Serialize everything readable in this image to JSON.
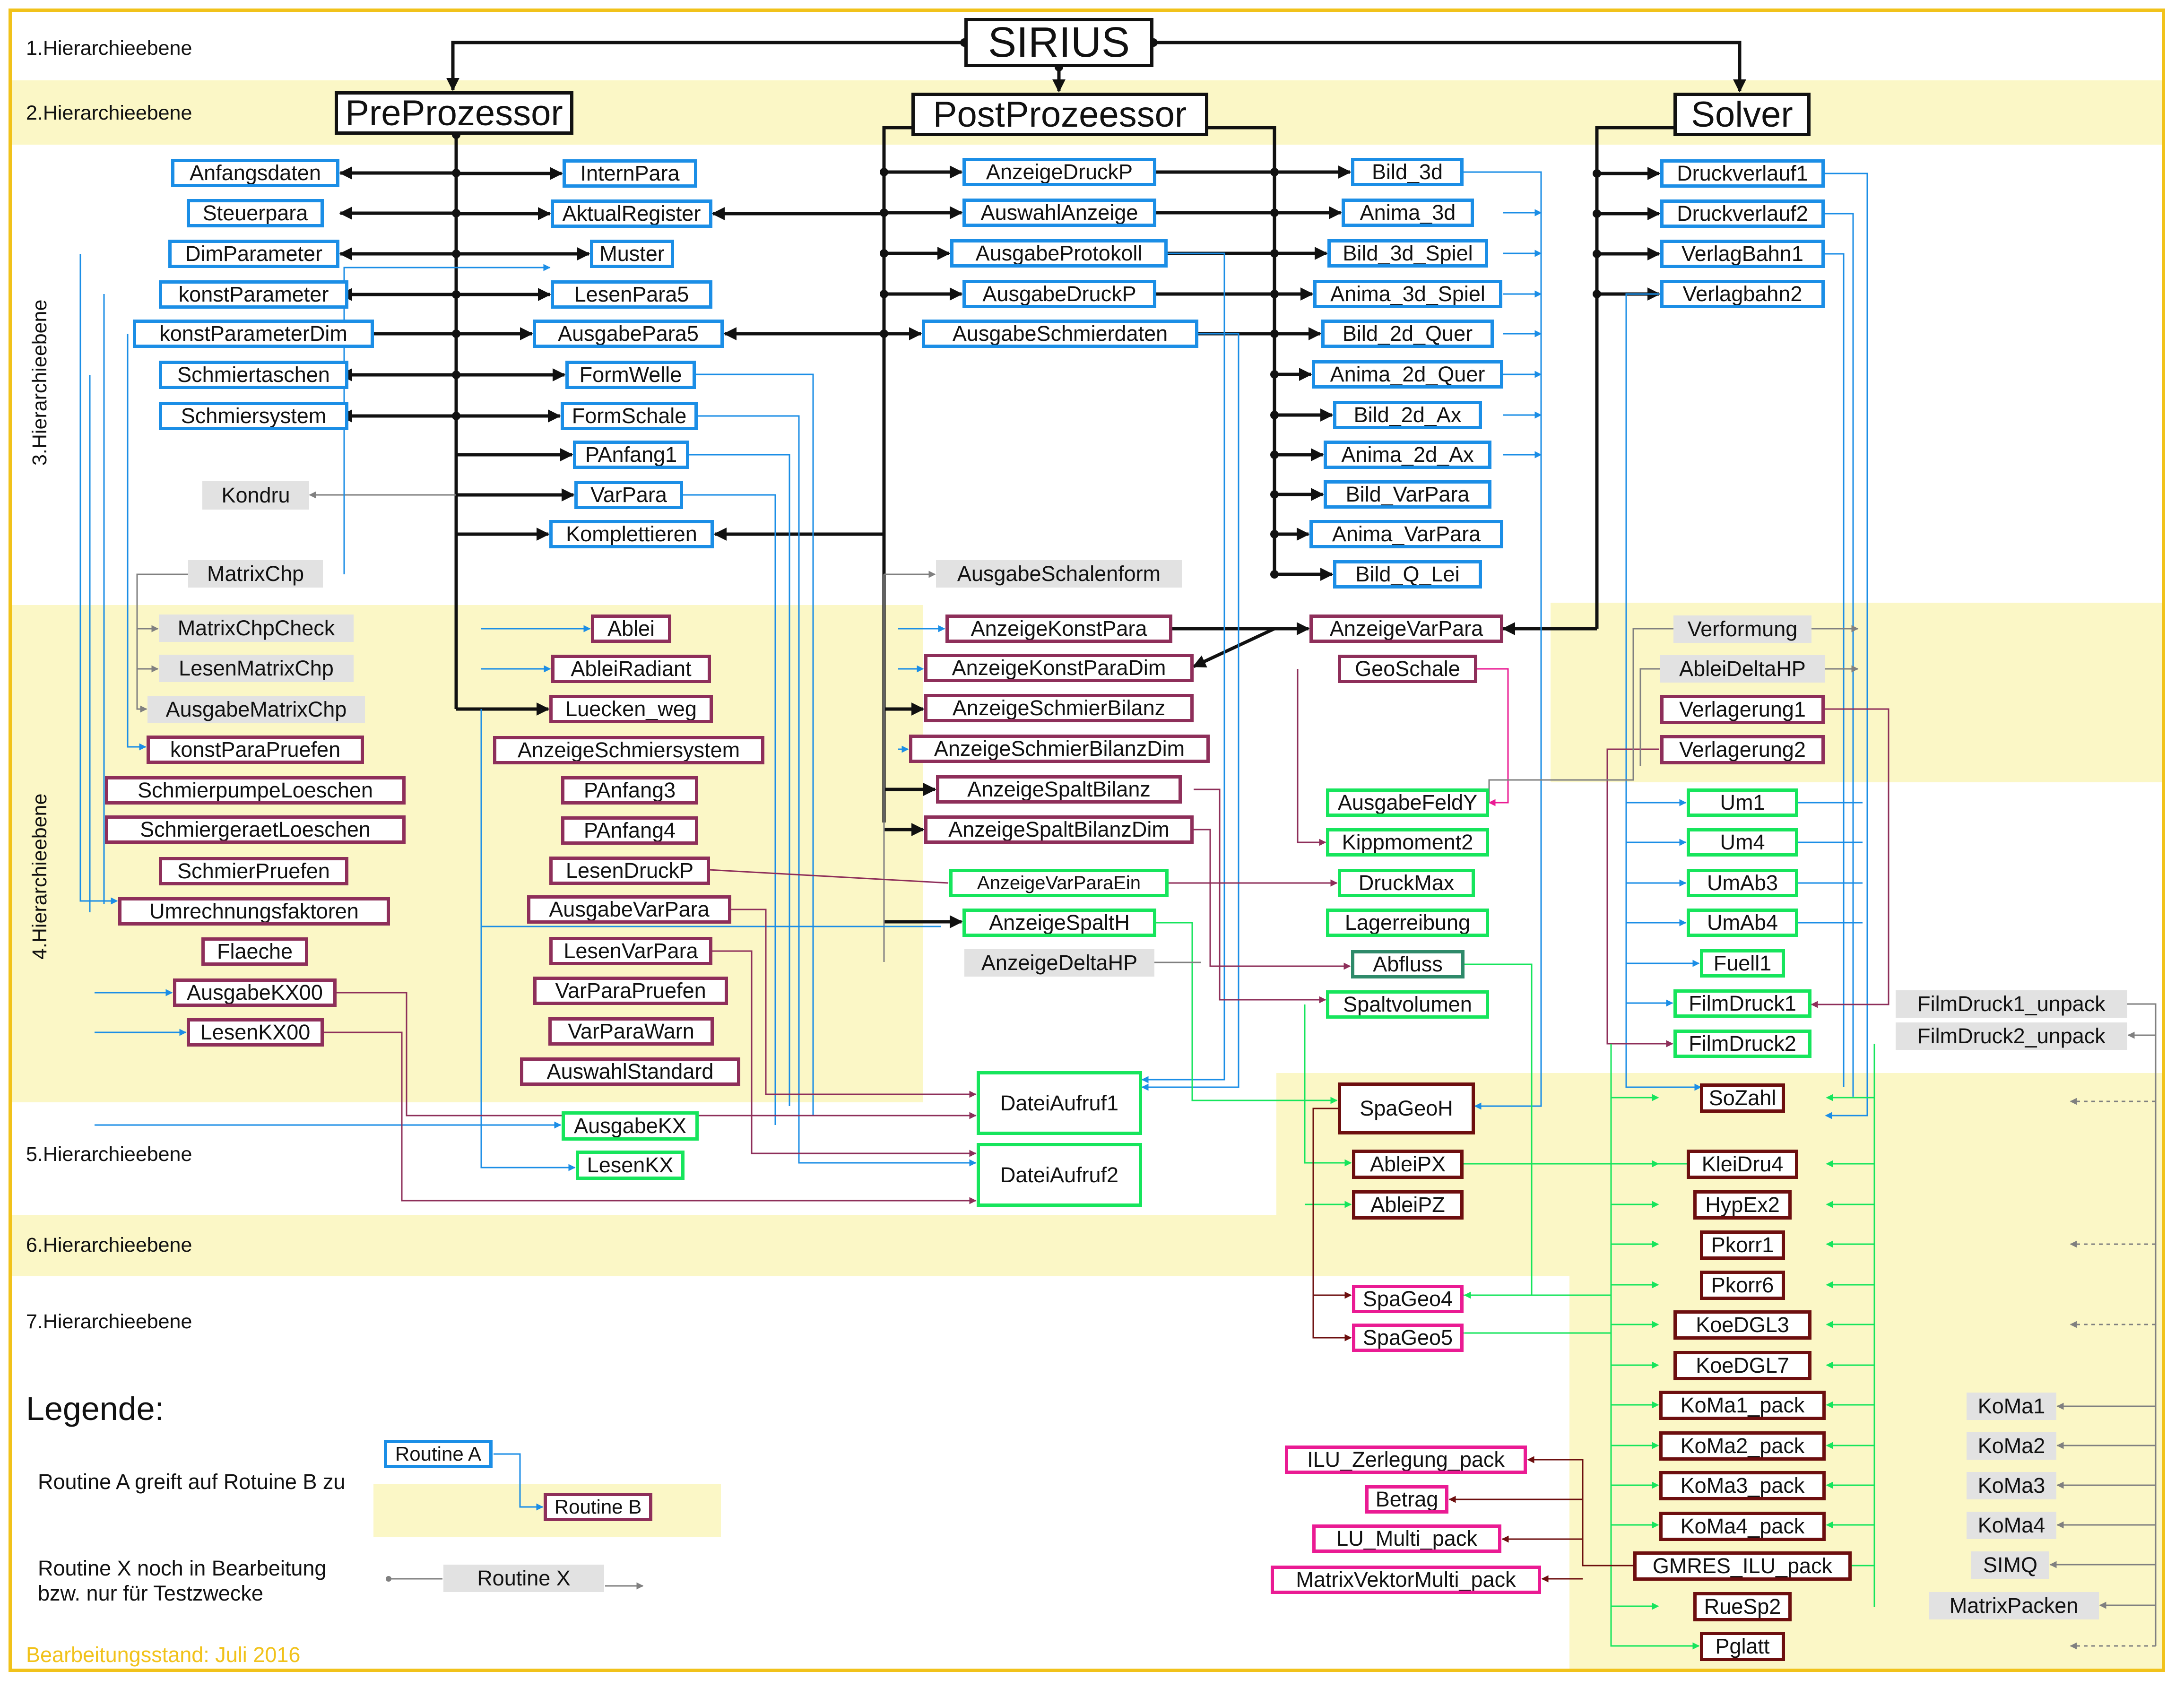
{
  "title": "SIRIUS",
  "levels": {
    "l1": "1.Hierarchieebene",
    "l2": "2.Hierarchieebene",
    "l3": "3.Hierarchieebene",
    "l4": "4.Hierarchieebene",
    "l5": "5.Hierarchieebene",
    "l6": "6.Hierarchieebene",
    "l7": "7.Hierarchieebene"
  },
  "modules": {
    "pre": "PreProzessor",
    "post": "PostProzeessor",
    "solver": "Solver"
  },
  "boxes": {
    "anfangsdaten": "Anfangsdaten",
    "steuerpara": "Steuerpara",
    "dimparameter": "DimParameter",
    "konstparameter": "konstParameter",
    "konstparameterdim": "konstParameterDim",
    "schmiertaschen": "Schmiertaschen",
    "schmiersystem": "Schmiersystem",
    "kondru": "Kondru",
    "matrixchp": "MatrixChp",
    "matrixchpcheck": "MatrixChpCheck",
    "lesenmatrixchp": "LesenMatrixChp",
    "ausgabematrixchp": "AusgabeMatrixChp",
    "konstparapruefen": "konstParaPruefen",
    "schmierpumpeloeschen": "SchmierpumpeLoeschen",
    "schmiergeraetloeschen": "SchmiergeraetLoeschen",
    "schmierpruefen": "SchmierPruefen",
    "umrechnungsfaktoren": "Umrechnungsfaktoren",
    "flaeche": "Flaeche",
    "ausgabekx00": "AusgabeKX00",
    "lesenkx00": "LesenKX00",
    "internpara": "InternPara",
    "aktualregister": "AktualRegister",
    "muster": "Muster",
    "lesenpara5": "LesenPara5",
    "ausgabepara5": "AusgabePara5",
    "formwelle": "FormWelle",
    "formschale": "FormSchale",
    "panfang1": "PAnfang1",
    "varpara": "VarPara",
    "komplettieren": "Komplettieren",
    "ablei": "Ablei",
    "ableiradiant": "AbleiRadiant",
    "luecken_weg": "Luecken_weg",
    "anzeigeschmiersystem": "AnzeigeSchmiersystem",
    "panfang3": "PAnfang3",
    "panfang4": "PAnfang4",
    "lesendruckp": "LesenDruckP",
    "ausgabevarpara": "AusgabeVarPara",
    "lesenvarpara": "LesenVarPara",
    "varparapruefen": "VarParaPruefen",
    "varparawarn": "VarParaWarn",
    "auswahlstandard": "AuswahlStandard",
    "ausgabekx": "AusgabeKX",
    "lesenkx": "LesenKX",
    "anzeigedruckp": "AnzeigeDruckP",
    "auswahlanzeige": "AuswahlAnzeige",
    "ausgabeprotokoll": "AusgabeProtokoll",
    "ausgabedruckp": "AusgabeDruckP",
    "ausgabeschmierdaten": "AusgabeSchmierdaten",
    "ausgabeschalenform": "AusgabeSchalenform",
    "anzeigekonstpara": "AnzeigeKonstPara",
    "anzeigekonstparadim": "AnzeigeKonstParaDim",
    "anzeigeschmierbilanz": "AnzeigeSchmierBilanz",
    "anzeigeschmierbilanzdim": "AnzeigeSchmierBilanzDim",
    "anzeigespaltbilanz": "AnzeigeSpaltBilanz",
    "anzeigespaltbilanzdim": "AnzeigeSpaltBilanzDim",
    "anzeigevarparaein": "AnzeigeVarParaEin",
    "anzeigespalth": "AnzeigeSpaltH",
    "anzeigedeltahp": "AnzeigeDeltaHP",
    "dateiaufruf1": "DateiAufruf1",
    "dateiaufruf2": "DateiAufruf2",
    "bild_3d": "Bild_3d",
    "anima_3d": "Anima_3d",
    "bild_3d_spiel": "Bild_3d_Spiel",
    "anima_3d_spiel": "Anima_3d_Spiel",
    "bild_2d_quer": "Bild_2d_Quer",
    "anima_2d_quer": "Anima_2d_Quer",
    "bild_2d_ax": "Bild_2d_Ax",
    "anima_2d_ax": "Anima_2d_Ax",
    "bild_varpara": "Bild_VarPara",
    "anima_varpara": "Anima_VarPara",
    "bild_q_lei": "Bild_Q_Lei",
    "anzeigevarpara": "AnzeigeVarPara",
    "geoschale": "GeoSchale",
    "ausgabefeldy": "AusgabeFeldY",
    "kippmoment2": "Kippmoment2",
    "druckmax": "DruckMax",
    "lagerreibung": "Lagerreibung",
    "abfluss": "Abfluss",
    "spaltvolumen": "Spaltvolumen",
    "spageoh": "SpaGeoH",
    "ableipx": "AbleiPX",
    "ableipz": "AbleiPZ",
    "spageo4": "SpaGeo4",
    "spageo5": "SpaGeo5",
    "ilu_zerlegung_pack": "ILU_Zerlegung_pack",
    "betrag": "Betrag",
    "lu_multi_pack": "LU_Multi_pack",
    "matrixvektormulti_pack": "MatrixVektorMulti_pack",
    "druckverlauf1": "Druckverlauf1",
    "druckverlauf2": "Druckverlauf2",
    "verlagbahn1": "VerlagBahn1",
    "verlagbahn2": "Verlagbahn2",
    "verformung": "Verformung",
    "ableideltahp": "AbleiDeltaHP",
    "verlagerung1": "Verlagerung1",
    "verlagerung2": "Verlagerung2",
    "um1": "Um1",
    "um4": "Um4",
    "umab3": "UmAb3",
    "umab4": "UmAb4",
    "fuell1": "Fuell1",
    "filmdruck1": "FilmDruck1",
    "filmdruck2": "FilmDruck2",
    "filmdruck1_unpack": "FilmDruck1_unpack",
    "filmdruck2_unpack": "FilmDruck2_unpack",
    "sozahl": "SoZahl",
    "kleidru4": "KleiDru4",
    "hypex2": "HypEx2",
    "pkorr1": "Pkorr1",
    "pkorr6": "Pkorr6",
    "koedgl3": "KoeDGL3",
    "koedgl7": "KoeDGL7",
    "koma1_pack": "KoMa1_pack",
    "koma2_pack": "KoMa2_pack",
    "koma3_pack": "KoMa3_pack",
    "koma4_pack": "KoMa4_pack",
    "gmres_ilu_pack": "GMRES_ILU_pack",
    "ruesp2": "RueSp2",
    "pglatt": "Pglatt",
    "koma1": "KoMa1",
    "koma2": "KoMa2",
    "koma3": "KoMa3",
    "koma4": "KoMa4",
    "simq": "SIMQ",
    "matrixpacken": "MatrixPacken"
  },
  "legend": {
    "heading": "Legende:",
    "access_text": "Routine A greift auf Rotuine B zu",
    "routine_a": "Routine A",
    "routine_b": "Routine B",
    "testing_line1": "Routine X noch in Bearbeitung",
    "testing_line2": "bzw. nur für Testzwecke",
    "routine_x": "Routine X"
  },
  "footer": "Bearbeitungsstand: Juli 2016",
  "colors": {
    "blue": "#1b8ee6",
    "purple": "#8e2f5a",
    "green": "#16e55c",
    "maroon": "#6d0f0f",
    "pink": "#ea1b93",
    "gray": "#808080",
    "black": "#111111",
    "band": "#fbf7c6",
    "frame": "#f1c21a"
  }
}
